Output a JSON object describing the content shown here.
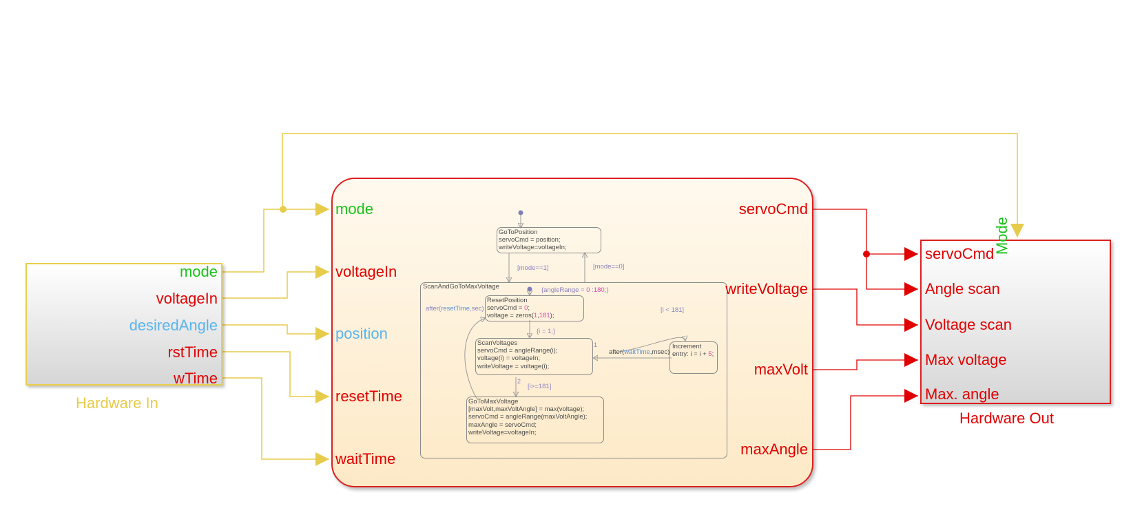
{
  "hardware_in": {
    "name": "Hardware In",
    "ports": [
      "mode",
      "voltageIn",
      "desiredAngle",
      "rstTime",
      "wTime"
    ]
  },
  "chart": {
    "inputs": [
      "mode",
      "voltageIn",
      "position",
      "resetTime",
      "waitTime"
    ],
    "outputs": [
      "servoCmd",
      "writeVoltage",
      "maxVolt",
      "maxAngle"
    ],
    "states": {
      "go_to_position": [
        "GoToPosition",
        "servoCmd = position;",
        "writeVoltage=voltageIn;"
      ],
      "scan_and_go": "ScanAndGoToMaxVoltage",
      "reset_position": {
        "title": "ResetPosition",
        "line1_pre": "servoCmd = ",
        "line1_num": "0",
        "line1_post": ";",
        "line2_pre": "voltage = zeros(",
        "line2_n1": "1",
        "line2_sep": ",",
        "line2_n2": "181",
        "line2_post": ");"
      },
      "scan_voltages": [
        "ScanVoltages",
        "servoCmd = angleRange(i);",
        "voltage(i) = voltageIn;",
        "writeVoltage = voltage(i);"
      ],
      "increment": {
        "title": "Increment",
        "line_pre": "entry: i = i + ",
        "line_num": "5",
        "line_post": ";"
      },
      "go_to_max_voltage": [
        "GoToMaxVoltage",
        "[maxVolt,maxVoltAngle] = max(voltage);",
        "servoCmd = angleRange(maxVoltAngle);",
        "maxAngle = servoCmd;",
        "writeVoltage=voltageIn;"
      ]
    },
    "transitions": {
      "mode1": "[mode==1]",
      "mode0": "[mode==0]",
      "angle_range_pre": "{angleRange = ",
      "angle_range_a": "0",
      "angle_range_sep": " :",
      "angle_range_b": "180",
      "angle_range_post": ";}",
      "after_reset_pre": "after(",
      "after_reset_arg": "resetTime",
      "after_reset_post": ",sec)",
      "i_init": "{i = 1;}",
      "i_cond": "[i < 181]",
      "after_wait_pre": "after(",
      "after_wait_arg": "waitTime",
      "after_wait_post": ",msec)",
      "i_end": "[i>=181]",
      "order_1": "1",
      "order_2": "2"
    }
  },
  "hardware_out": {
    "name": "Hardware Out",
    "ports": [
      "servoCmd",
      "Angle scan",
      "Voltage scan",
      "Max voltage",
      "Max. angle"
    ],
    "top_port": "Mode"
  },
  "colors": {
    "yellow_signal": "#e7cb4a",
    "red_signal": "#e00000",
    "green_label": "#1bc21b",
    "blue_label": "#5ab4ee"
  }
}
